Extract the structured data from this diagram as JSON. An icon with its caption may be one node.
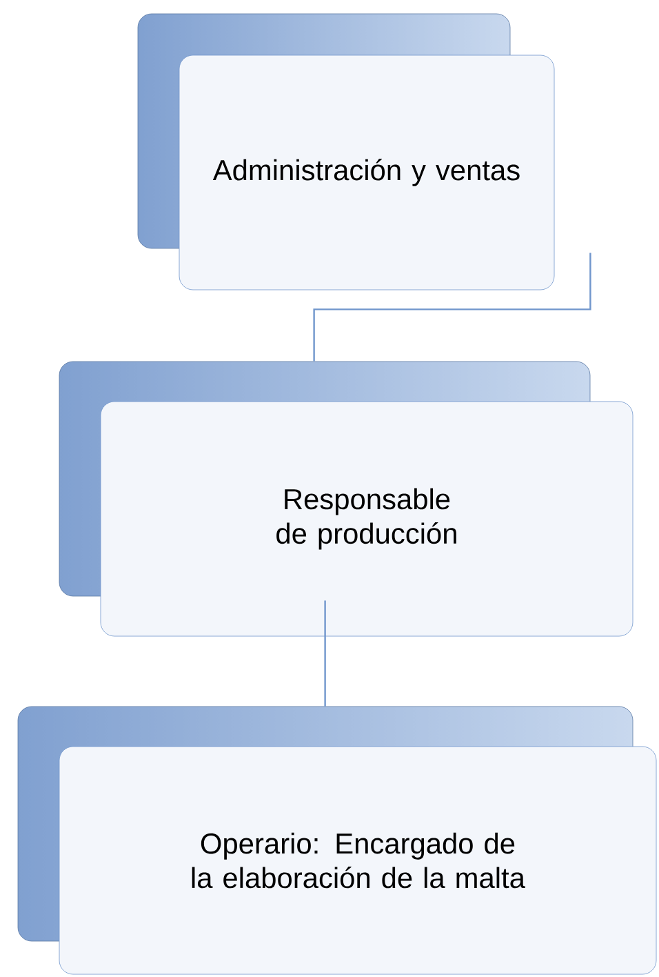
{
  "diagram": {
    "nodes": [
      {
        "text": [
          "Administración y ventas"
        ]
      },
      {
        "text": [
          "Responsable de producción"
        ]
      },
      {
        "text": [
          "Operario: Encargado de la elaboración de la malta"
        ]
      }
    ],
    "edges": [
      {
        "from": 0,
        "to": 1,
        "arrow": "none"
      },
      {
        "from": 1,
        "to": 2,
        "arrow": "none"
      }
    ]
  }
}
